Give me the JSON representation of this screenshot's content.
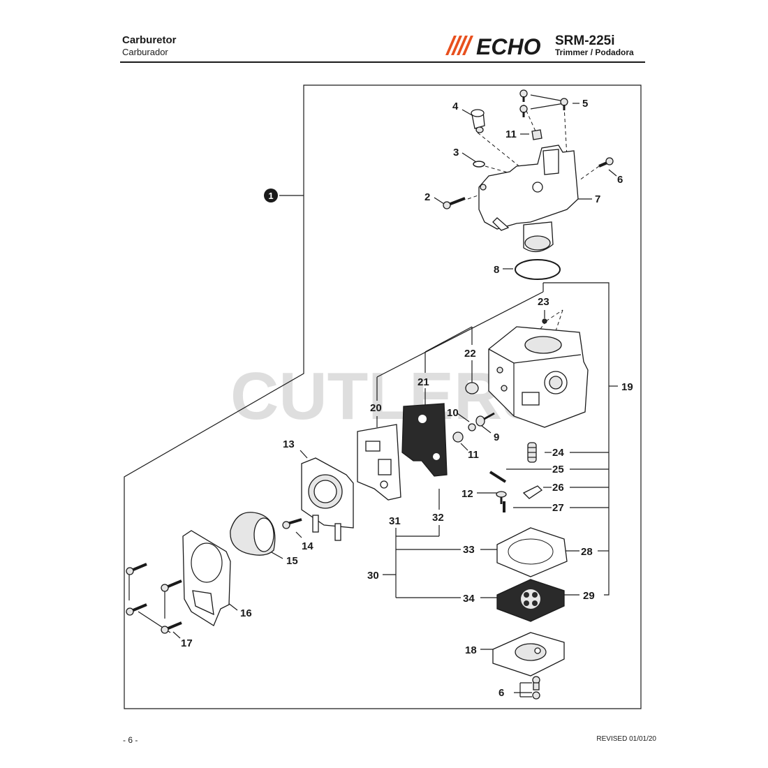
{
  "header": {
    "title": "Carburetor",
    "subtitle": "Carburador",
    "brand": "ECHO",
    "model": "SRM-225i",
    "model_subtitle": "Trimmer / Podadora"
  },
  "watermark": "CUTLERS",
  "callouts": {
    "c1": "1",
    "c2": "2",
    "c3": "3",
    "c4": "4",
    "c5": "5",
    "c6a": "6",
    "c6b": "6",
    "c7": "7",
    "c8": "8",
    "c9": "9",
    "c10": "10",
    "c11a": "11",
    "c11b": "11",
    "c12": "12",
    "c13": "13",
    "c14": "14",
    "c15": "15",
    "c16": "16",
    "c17": "17",
    "c18": "18",
    "c19": "19",
    "c20": "20",
    "c21": "21",
    "c22": "22",
    "c23": "23",
    "c24": "24",
    "c25": "25",
    "c26": "26",
    "c27": "27",
    "c28": "28",
    "c29": "29",
    "c30": "30",
    "c31": "31",
    "c32": "32",
    "c33": "33",
    "c34": "34"
  },
  "footer": {
    "page": "- 6 -",
    "revised": "REVISED 01/01/20"
  },
  "colors": {
    "ink": "#1a1a1a",
    "brand_orange": "#e8501e",
    "watermark": "#d9d9d9"
  }
}
